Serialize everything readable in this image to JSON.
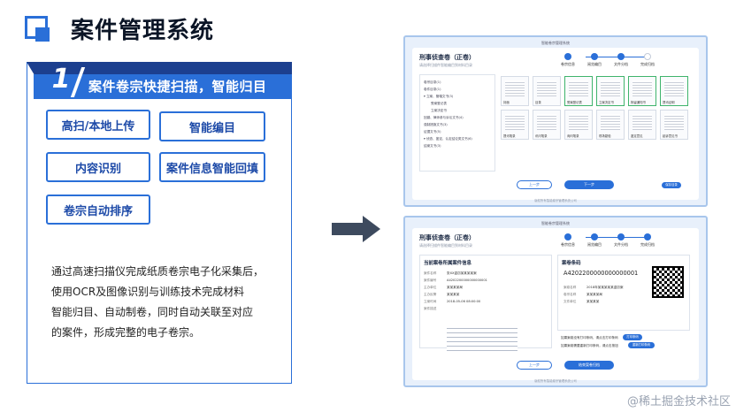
{
  "header": {
    "title": "案件管理系统"
  },
  "card": {
    "number": "1",
    "heading": "案件卷宗快捷扫描，智能归目",
    "features": [
      "高扫/本地上传",
      "智能编目",
      "内容识别",
      "案件信息智能回填",
      "卷宗自动排序"
    ],
    "description": [
      "通过高速扫描仪完成纸质卷宗电子化采集后，",
      "使用OCR及图像识别与训练技术完成材料",
      "智能归目、自动制卷，同时自动关联至对应",
      "的案件，形成完整的电子卷宗。"
    ]
  },
  "screen1": {
    "window_title": "智能卷宗管理系统",
    "title": "刑事侦查卷（正卷）",
    "subtitle": "请选择扫描件智能编目到材料目录",
    "steps": [
      "卷宗信息",
      "阅览编目",
      "文件分档",
      "完成归档"
    ],
    "tree": [
      "卷宗目录(1)",
      "卷件目录(1)",
      "▾ 立案、管辖文书(3)",
      "受案登记表",
      "立案决定书",
      "回避、律师参与诉讼文书(4)",
      "强制措施文书(3)",
      "证据文书(5)",
      "▾ 侦查、鉴定、认定结论类文书(6)",
      "结案文书(3)"
    ],
    "thumbs": [
      "封面",
      "目录",
      "受案登记表",
      "立案决定书",
      "拘留通知书",
      "提讯证明",
      "提讯笔录",
      "讯问笔录",
      "询问笔录",
      "现场勘验",
      "鉴定意见",
      "起诉意见书"
    ],
    "prev": "上一步",
    "next": "下一步",
    "save": "保存目录",
    "footer": "版权所有智能卷宗管理系统公司"
  },
  "screen2": {
    "window_title": "智能卷宗管理系统",
    "title": "刑事侦查卷（正卷）",
    "subtitle": "请选择扫描件智能编目到材料目录",
    "steps": [
      "卷宗信息",
      "阅览编目",
      "文件分档",
      "完成归档"
    ],
    "info_heading": "当前案卷所属案件信息",
    "info_rows": [
      {
        "k": "案件名称",
        "v": "张XX盗窃某某某某案"
      },
      {
        "k": "案件编号",
        "v": "A4202200000000000001"
      },
      {
        "k": "主办单位",
        "v": "某某某某局"
      },
      {
        "k": "主办民警",
        "v": "某某某某"
      },
      {
        "k": "立案时间",
        "v": "2018-05-06 08:00:00"
      },
      {
        "k": "案件描述",
        "v": ""
      }
    ],
    "barcode_heading": "案卷条码",
    "barcode": "A4202200000000000001",
    "barcode_rows": [
      {
        "k": "案卷名称",
        "v": "2018年某某某某某盗窃案"
      },
      {
        "k": "卷宗名称",
        "v": "某某某某局"
      },
      {
        "k": "文件单位",
        "v": "某某某某"
      }
    ],
    "ops": [
      "如果案卷没有打印条码，请点击打印条码",
      "如果案卷需要重新打印条码，请点击按钮"
    ],
    "print": "打印条码",
    "reprint": "重新打印条码",
    "prev": "上一步",
    "finish": "结束案卷归档",
    "footer": "版权所有智能卷宗管理系统公司"
  },
  "watermark": "@稀土掘金技术社区"
}
